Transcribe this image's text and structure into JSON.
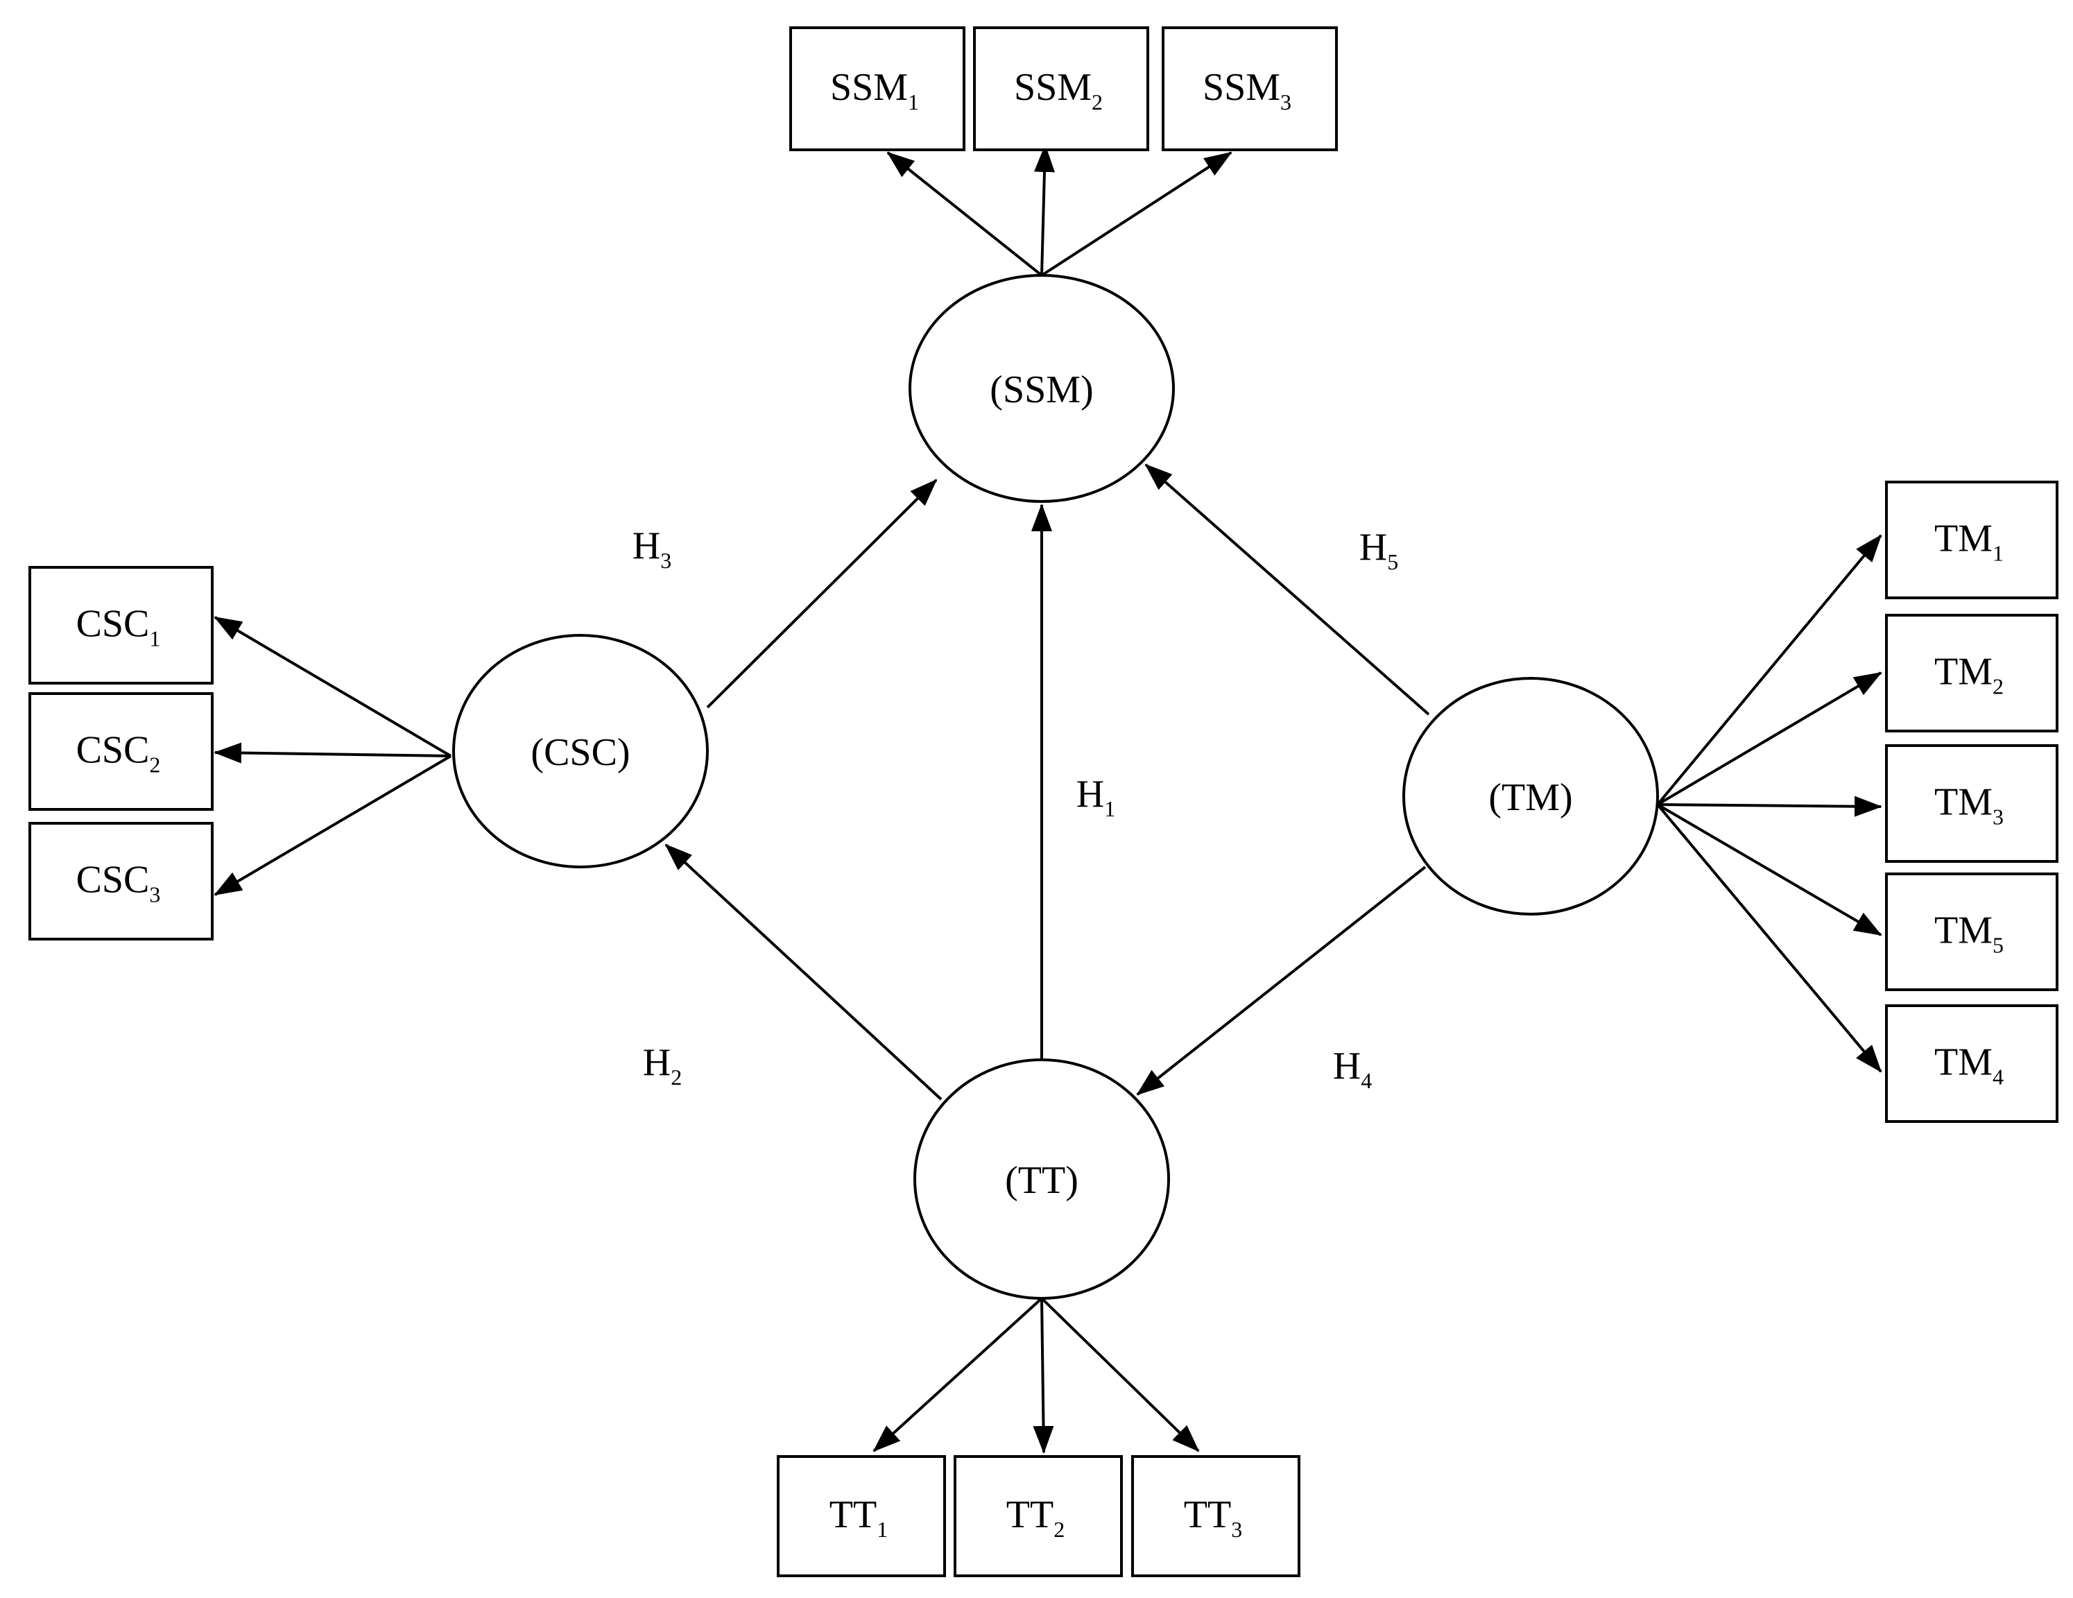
{
  "constructs": [
    {
      "id": "SSM",
      "label": "(SSM)"
    },
    {
      "id": "CSC",
      "label": "(CSC)"
    },
    {
      "id": "TM",
      "label": "(TM)"
    },
    {
      "id": "TT",
      "label": "(TT)"
    }
  ],
  "indicators": [
    {
      "id": "SSM1",
      "base": "SSM",
      "sub": "1"
    },
    {
      "id": "SSM2",
      "base": "SSM",
      "sub": "2"
    },
    {
      "id": "SSM3",
      "base": "SSM",
      "sub": "3"
    },
    {
      "id": "CSC1",
      "base": "CSC",
      "sub": "1"
    },
    {
      "id": "CSC2",
      "base": "CSC",
      "sub": "2"
    },
    {
      "id": "CSC3",
      "base": "CSC",
      "sub": "3"
    },
    {
      "id": "TM1",
      "base": "TM",
      "sub": "1"
    },
    {
      "id": "TM2",
      "base": "TM",
      "sub": "2"
    },
    {
      "id": "TM3",
      "base": "TM",
      "sub": "3"
    },
    {
      "id": "TM5",
      "base": "TM",
      "sub": "5"
    },
    {
      "id": "TM4",
      "base": "TM",
      "sub": "4"
    },
    {
      "id": "TT1",
      "base": "TT",
      "sub": "1"
    },
    {
      "id": "TT2",
      "base": "TT",
      "sub": "2"
    },
    {
      "id": "TT3",
      "base": "TT",
      "sub": "3"
    }
  ],
  "hypotheses": [
    {
      "id": "H1",
      "base": "H",
      "sub": "1",
      "from": "TT",
      "to": "SSM"
    },
    {
      "id": "H2",
      "base": "H",
      "sub": "2",
      "from": "TT",
      "to": "CSC"
    },
    {
      "id": "H3",
      "base": "H",
      "sub": "3",
      "from": "CSC",
      "to": "SSM"
    },
    {
      "id": "H4",
      "base": "H",
      "sub": "4",
      "from": "TM",
      "to": "TT"
    },
    {
      "id": "H5",
      "base": "H",
      "sub": "5",
      "from": "TM",
      "to": "SSM"
    }
  ],
  "colors": {
    "stroke": "#000000",
    "background": "#ffffff"
  }
}
